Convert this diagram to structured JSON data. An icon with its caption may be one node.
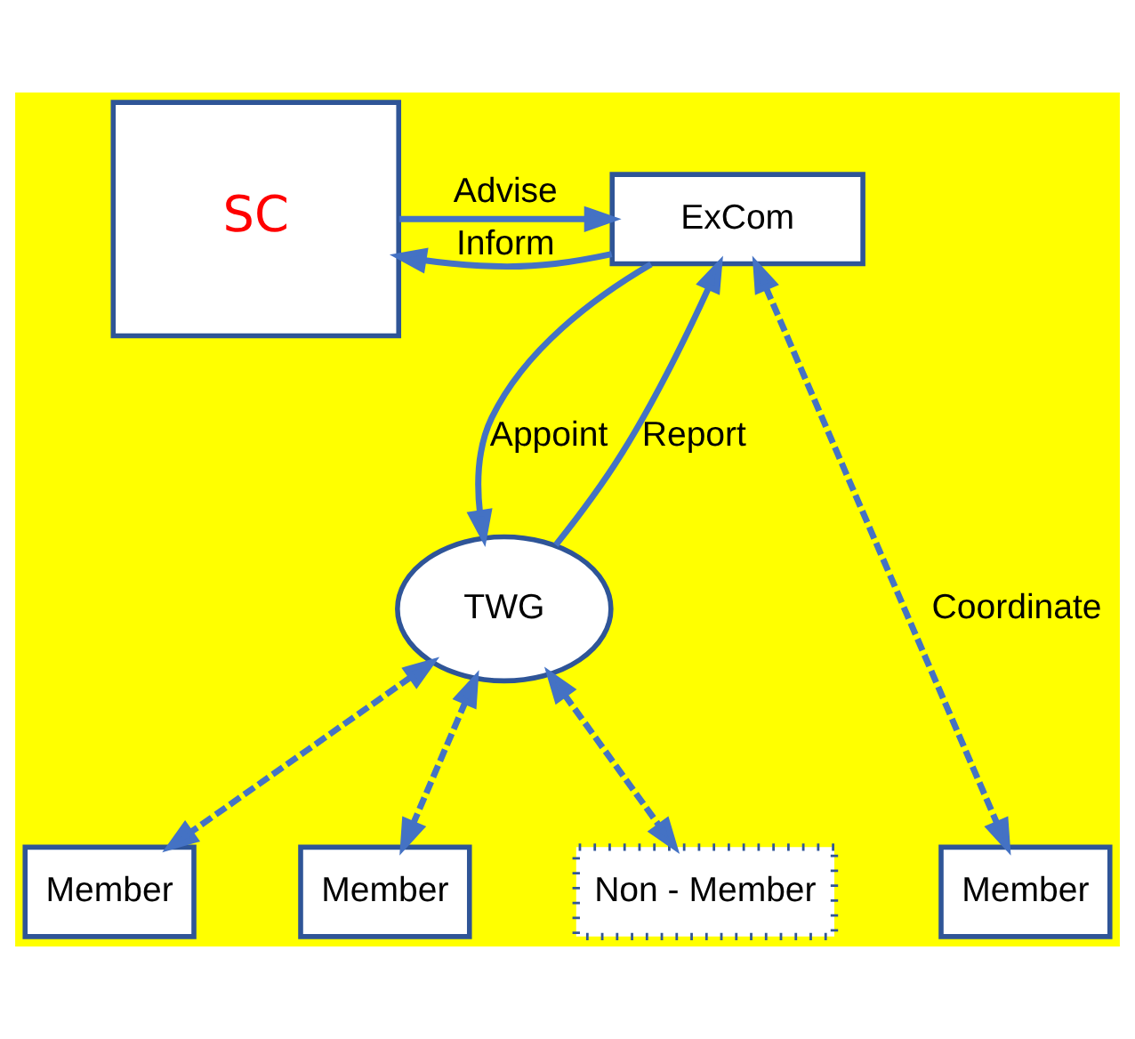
{
  "diagram": {
    "nodes": [
      {
        "text": [
          "SC"
        ]
      },
      {
        "text": [
          "ExCom"
        ]
      },
      {
        "text": [
          "TWG"
        ]
      },
      {
        "text": [
          "Member"
        ]
      },
      {
        "text": [
          "Member"
        ]
      },
      {
        "text": [
          "Member"
        ]
      },
      {
        "text": [
          "Non - Member"
        ]
      }
    ],
    "edges": [
      {
        "from": 0,
        "to": 1,
        "arrow": "to",
        "label": "Advise"
      },
      {
        "from": 1,
        "to": 0,
        "arrow": "to",
        "label": "Inform"
      },
      {
        "from": 1,
        "to": 2,
        "arrow": "to",
        "label": "Appoint"
      },
      {
        "from": 2,
        "to": 1,
        "arrow": "to",
        "label": "Report"
      },
      {
        "from": 1,
        "to": 3,
        "arrow": "both",
        "label": "Coordinate",
        "style": "dashed"
      },
      {
        "from": 2,
        "to": 4,
        "arrow": "both",
        "style": "dashed"
      },
      {
        "from": 2,
        "to": 5,
        "arrow": "both",
        "style": "dashed"
      },
      {
        "from": 2,
        "to": 6,
        "arrow": "both",
        "style": "dashed"
      }
    ]
  }
}
